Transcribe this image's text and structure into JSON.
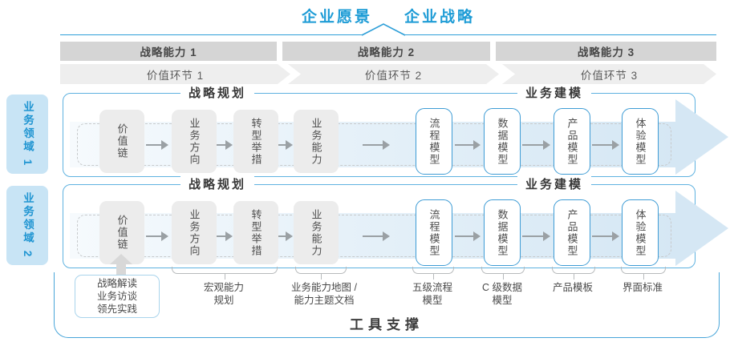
{
  "title": {
    "vision": "企业愿景",
    "strategy": "企业战略"
  },
  "capability_bars": [
    "战略能力 1",
    "战略能力 2",
    "战略能力 3"
  ],
  "value_links": [
    "价值环节 1",
    "价值环节 2",
    "价值环节 3"
  ],
  "business_domains": [
    "业务领域 1",
    "业务领域 2"
  ],
  "row_sections": {
    "planning": "战略规划",
    "modeling": "业务建模"
  },
  "flow_boxes": [
    "价值链",
    "业务方向",
    "转型举措",
    "业务能力",
    "流程模型",
    "数据模型",
    "产品模型",
    "体验模型"
  ],
  "annotations": {
    "inputs": [
      "战略解读",
      "业务访谈",
      "领先实践"
    ],
    "callouts": [
      {
        "line1": "宏观能力",
        "line2": "规划"
      },
      {
        "line1": "业务能力地图 /",
        "line2": "能力主题文档"
      },
      {
        "line1": "五级流程",
        "line2": "模型"
      },
      {
        "line1": "C 级数据",
        "line2": "模型"
      },
      {
        "line1": "产品模板",
        "line2": ""
      },
      {
        "line1": "界面标准",
        "line2": ""
      }
    ]
  },
  "footer": {
    "label": "工具支撑"
  },
  "colors": {
    "accent_blue": "#1e9cd6",
    "line_blue": "#2e9fd8",
    "container_border": "#5fb2e0",
    "band_blue": "#d5e7f4",
    "box_border_blue": "#3e9cd5",
    "gray_box": "#ececec",
    "bar_gray": "#d5d5d5",
    "chevron_gray": "#eeeeee",
    "domain_tab_bg": "#c8e4f5",
    "arrow_gray": "#9aa0a4"
  }
}
